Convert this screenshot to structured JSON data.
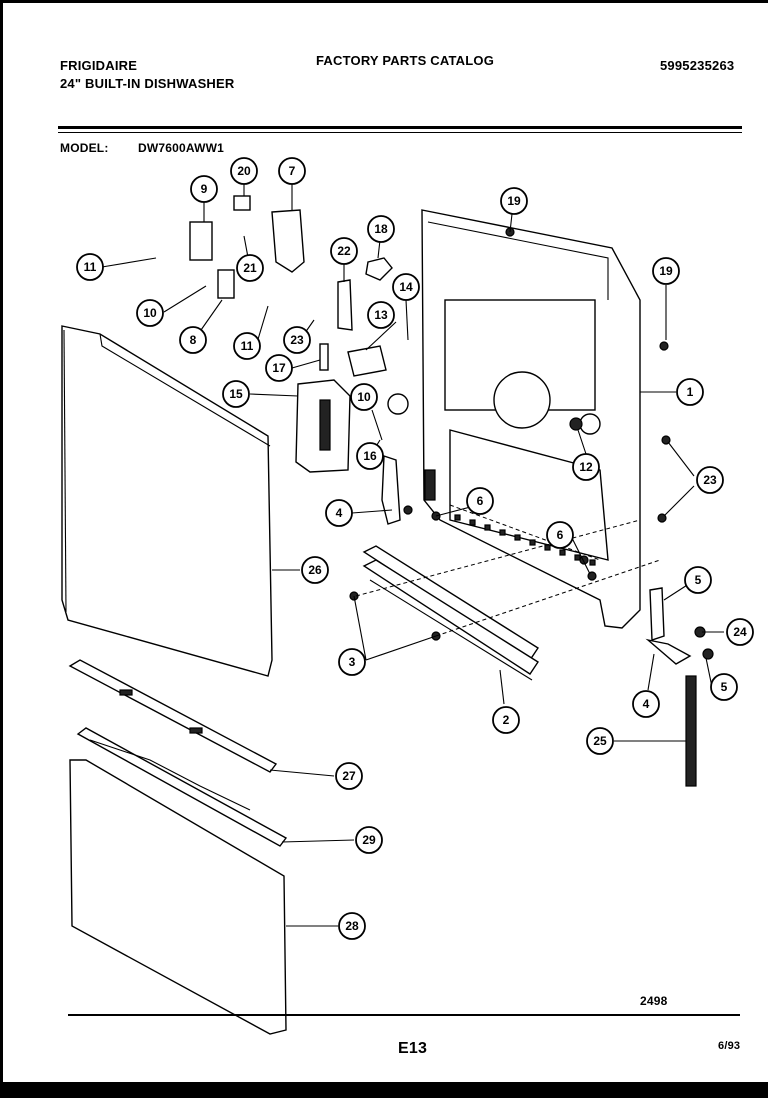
{
  "header": {
    "brand": "FRIGIDAIRE",
    "product": "24\" BUILT-IN DISHWASHER",
    "catalog_title": "FACTORY PARTS CATALOG",
    "part_number": "5995235263"
  },
  "model": {
    "label": "MODEL:",
    "value": "DW7600AWW1"
  },
  "footer": {
    "drawing_number": "2498",
    "page_code": "E13",
    "date": "6/93"
  },
  "callouts": {
    "c1": "1",
    "c2": "2",
    "c3": "3",
    "c4a": "4",
    "c4b": "4",
    "c5a": "5",
    "c5b": "5",
    "c6a": "6",
    "c6b": "6",
    "c7": "7",
    "c8": "8",
    "c9": "9",
    "c10a": "10",
    "c10b": "10",
    "c11a": "11",
    "c11b": "11",
    "c12": "12",
    "c13": "13",
    "c14": "14",
    "c15": "15",
    "c16": "16",
    "c17": "17",
    "c18": "18",
    "c19a": "19",
    "c19b": "19",
    "c20": "20",
    "c21": "21",
    "c22": "22",
    "c23a": "23",
    "c23b": "23",
    "c24": "24",
    "c25": "25",
    "c26": "26",
    "c27": "27",
    "c28": "28",
    "c29": "29"
  }
}
